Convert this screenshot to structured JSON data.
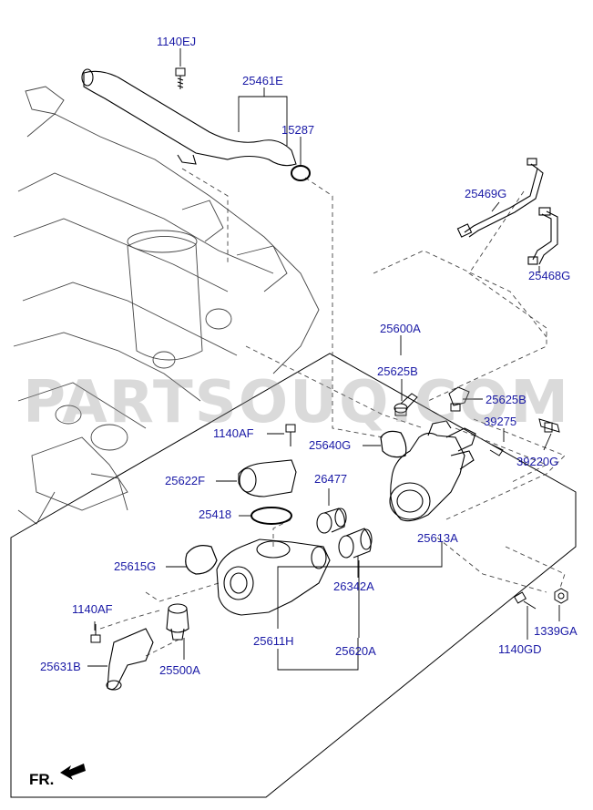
{
  "watermark": "PARTSOUQ.COM",
  "front_marker": "FR.",
  "colors": {
    "label": "#1a1aa6",
    "line": "#000000",
    "dash": "#444444"
  },
  "labels": {
    "p1140EJ": "1140EJ",
    "p25461E": "25461E",
    "p15287": "15287",
    "p25469G": "25469G",
    "p25468G": "25468G",
    "p25600A": "25600A",
    "p25625B_1": "25625B",
    "p25625B_2": "25625B",
    "p39275": "39275",
    "p1140AF_1": "1140AF",
    "p25640G": "25640G",
    "p39220G": "39220G",
    "p26477": "26477",
    "p25622F": "25622F",
    "p25418": "25418",
    "p25613A": "25613A",
    "p25615G": "25615G",
    "p26342A": "26342A",
    "p1140AF_2": "1140AF",
    "p25611H": "25611H",
    "p25620A": "25620A",
    "p1140GD": "1140GD",
    "p1339GA": "1339GA",
    "p25631B": "25631B",
    "p25500A": "25500A"
  }
}
